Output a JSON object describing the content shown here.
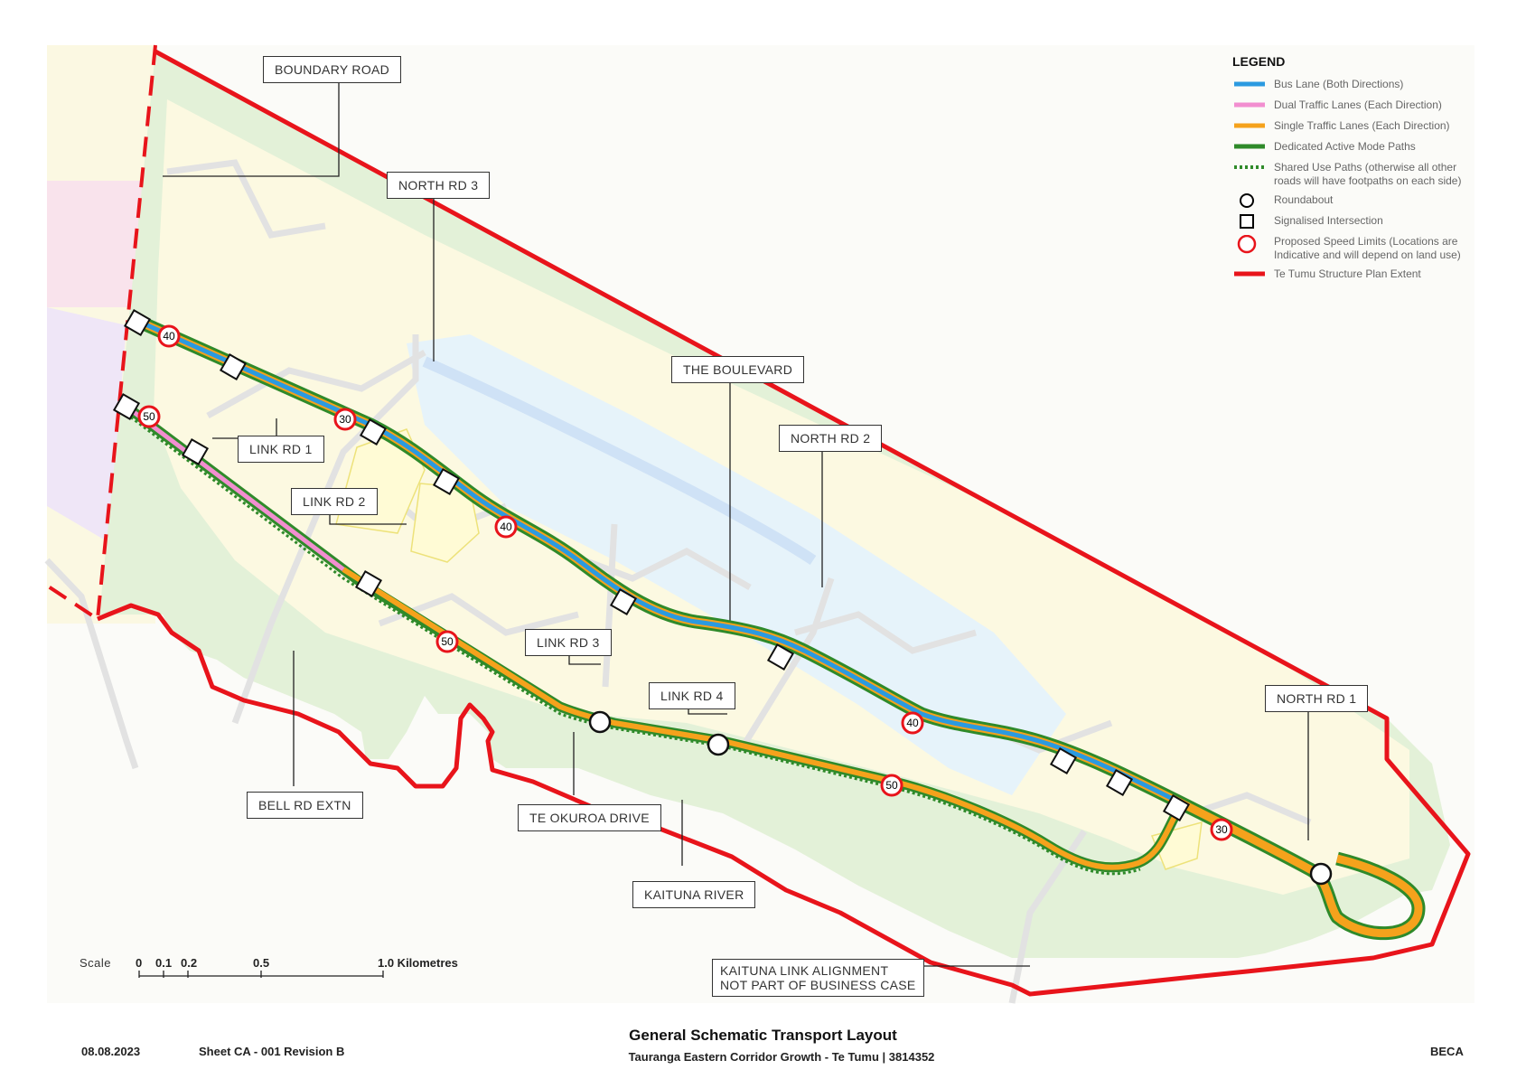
{
  "legend": {
    "title": "LEGEND",
    "items": [
      {
        "label": "Bus Lane (Both Directions)",
        "symbol": "bus-lane-line",
        "color": "#2b9ae0"
      },
      {
        "label": "Dual Traffic Lanes (Each Direction)",
        "symbol": "dual-traffic-line",
        "color": "#f28ed0"
      },
      {
        "label": "Single Traffic Lanes (Each Direction)",
        "symbol": "single-traffic-line",
        "color": "#f5a21c"
      },
      {
        "label": "Dedicated Active Mode Paths",
        "symbol": "active-mode-line",
        "color": "#2f8a2a"
      },
      {
        "label": "Shared Use Paths (otherwise all other\nroads will have footpaths on each side)",
        "symbol": "shared-use-dotted-line",
        "color": "#2f8a2a"
      },
      {
        "label": "Roundabout",
        "symbol": "roundabout-circle",
        "color": "#000000"
      },
      {
        "label": "Signalised Intersection",
        "symbol": "signalised-square",
        "color": "#000000"
      },
      {
        "label": "Proposed Speed Limits (Locations are\nIndicative and will depend on land use)",
        "symbol": "speed-limit-circle",
        "color": "#e8141b"
      },
      {
        "label": "Te Tumu Structure Plan Extent",
        "symbol": "boundary-line",
        "color": "#e8141b"
      }
    ]
  },
  "callouts": {
    "boundary_road": "BOUNDARY ROAD",
    "north_rd_3": "NORTH RD 3",
    "the_boulevard": "THE BOULEVARD",
    "north_rd_2": "NORTH RD 2",
    "link_rd_1": "LINK RD 1",
    "link_rd_2": "LINK RD 2",
    "link_rd_3": "LINK RD 3",
    "link_rd_4": "LINK RD 4",
    "north_rd_1": "NORTH RD 1",
    "bell_rd_extn": "BELL RD EXTN",
    "te_okuroa_drive": "TE OKUROA DRIVE",
    "kaituna_river": "KAITUNA RIVER",
    "kaituna_link": "KAITUNA LINK ALIGNMENT\nNOT PART OF BUSINESS CASE"
  },
  "speed_limits": {
    "s1": "40",
    "s2": "30",
    "s3": "40",
    "s4": "40",
    "s5": "30",
    "s6": "50",
    "s7": "50",
    "s8": "50"
  },
  "scale": {
    "word": "Scale",
    "ticks": [
      "0",
      "0.1",
      "0.2",
      "0.5",
      "1.0 Kilometres"
    ]
  },
  "titleblock": {
    "date": "08.08.2023",
    "sheet": "Sheet CA - 001   Revision B",
    "title": "General Schematic Transport Layout",
    "subtitle": "Tauranga Eastern Corridor Growth - Te Tumu     |     3814352",
    "brand": "BECA"
  },
  "colors": {
    "bus": "#2b9ae0",
    "single": "#f5a21c",
    "dual": "#f28ed0",
    "active": "#2f8a2a",
    "boundary": "#e8141b",
    "green_area": "#e3f1d8",
    "urban": "#fdfbe6",
    "water": "#e6f3fa"
  }
}
